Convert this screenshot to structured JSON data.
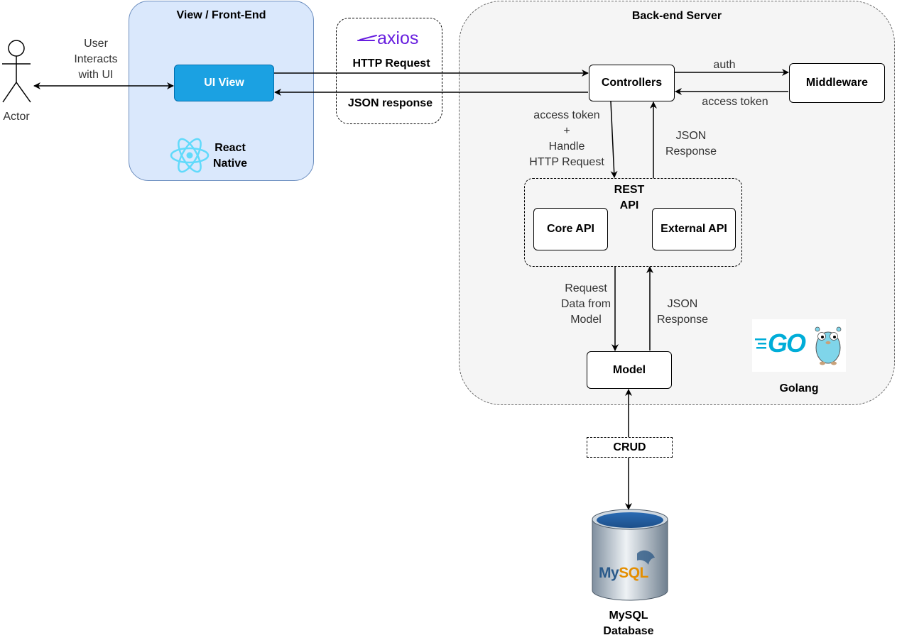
{
  "actor": {
    "label": "Actor"
  },
  "user_interaction": {
    "line1": "User",
    "line2": "Interacts",
    "line3": "with UI"
  },
  "frontend": {
    "title": "View / Front-End",
    "ui_view": "UI View",
    "react_line1": "React",
    "react_line2": "Native"
  },
  "axios": {
    "logo_text": "axios",
    "http_request": "HTTP Request",
    "json_response": "JSON response"
  },
  "backend": {
    "title": "Back-end Server",
    "controllers": "Controllers",
    "middleware": "Middleware",
    "auth": "auth",
    "access_token": "access token",
    "ctrl_to_api_line1": "access token",
    "ctrl_to_api_line2": "+",
    "ctrl_to_api_line3": "Handle",
    "ctrl_to_api_line4": "HTTP Request",
    "api_to_ctrl_line1": "JSON",
    "api_to_ctrl_line2": "Response",
    "rest_api_line1": "REST",
    "rest_api_line2": "API",
    "core_api": "Core API",
    "external_api": "External API",
    "api_to_model_line1": "Request",
    "api_to_model_line2": "Data from",
    "api_to_model_line3": "Model",
    "model_to_api_line1": "JSON",
    "model_to_api_line2": "Response",
    "model": "Model",
    "go_logo_text": "GO",
    "golang": "Golang"
  },
  "crud": "CRUD",
  "database": {
    "logo_text": "MySQL",
    "label_line1": "MySQL",
    "label_line2": "Database"
  },
  "colors": {
    "frontend_fill": "#dae8fc",
    "frontend_border": "#6c8ebf",
    "ui_view_fill": "#1ba1e2",
    "backend_fill": "#f5f5f5",
    "axios_purple": "#5a29e4",
    "react_cyan": "#61dafb",
    "go_cyan": "#00add8"
  }
}
